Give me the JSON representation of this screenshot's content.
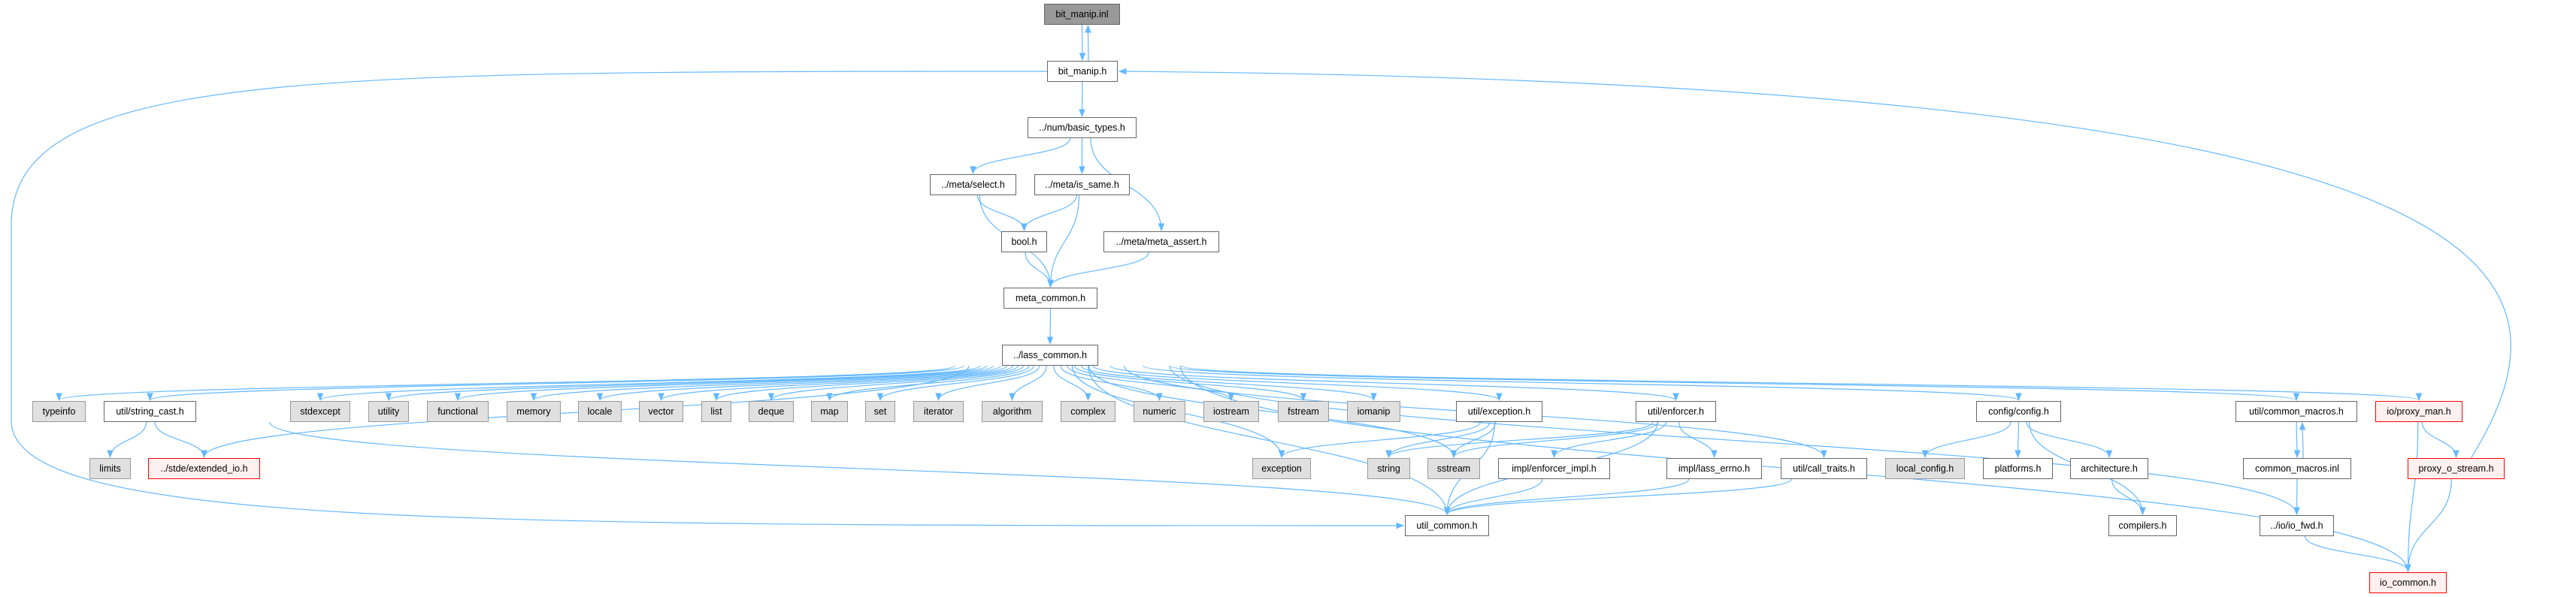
{
  "title": "bit_manip.inl include dependency graph",
  "colors": {
    "edge": "#63b8ff",
    "selected": "#999999",
    "system": "#e0e0e0",
    "missing_border": "#ff0000",
    "missing_fill": "#fff0f0"
  },
  "nodes": [
    {
      "id": "inl",
      "label": "bit_manip.inl",
      "kind": "sel"
    },
    {
      "id": "bmh",
      "label": "bit_manip.h",
      "kind": "doc"
    },
    {
      "id": "bt",
      "label": "../num/basic_types.h",
      "kind": "doc"
    },
    {
      "id": "msel",
      "label": "../meta/select.h",
      "kind": "doc"
    },
    {
      "id": "iss",
      "label": "../meta/is_same.h",
      "kind": "doc"
    },
    {
      "id": "bool",
      "label": "bool.h",
      "kind": "doc"
    },
    {
      "id": "ma",
      "label": "../meta/meta_assert.h",
      "kind": "doc"
    },
    {
      "id": "mc",
      "label": "meta_common.h",
      "kind": "doc"
    },
    {
      "id": "lc",
      "label": "../lass_common.h",
      "kind": "doc"
    },
    {
      "id": "typeinfo",
      "label": "typeinfo",
      "kind": "sys"
    },
    {
      "id": "sc",
      "label": "util/string_cast.h",
      "kind": "doc"
    },
    {
      "id": "stdexcept",
      "label": "stdexcept",
      "kind": "sys"
    },
    {
      "id": "utility",
      "label": "utility",
      "kind": "sys"
    },
    {
      "id": "functional",
      "label": "functional",
      "kind": "sys"
    },
    {
      "id": "memory",
      "label": "memory",
      "kind": "sys"
    },
    {
      "id": "locale",
      "label": "locale",
      "kind": "sys"
    },
    {
      "id": "vector",
      "label": "vector",
      "kind": "sys"
    },
    {
      "id": "list",
      "label": "list",
      "kind": "sys"
    },
    {
      "id": "deque",
      "label": "deque",
      "kind": "sys"
    },
    {
      "id": "map",
      "label": "map",
      "kind": "sys"
    },
    {
      "id": "set",
      "label": "set",
      "kind": "sys"
    },
    {
      "id": "iterator",
      "label": "iterator",
      "kind": "sys"
    },
    {
      "id": "algorithm",
      "label": "algorithm",
      "kind": "sys"
    },
    {
      "id": "complex",
      "label": "complex",
      "kind": "sys"
    },
    {
      "id": "numeric",
      "label": "numeric",
      "kind": "sys"
    },
    {
      "id": "iostream",
      "label": "iostream",
      "kind": "sys"
    },
    {
      "id": "fstream",
      "label": "fstream",
      "kind": "sys"
    },
    {
      "id": "iomanip",
      "label": "iomanip",
      "kind": "sys"
    },
    {
      "id": "exh",
      "label": "util/exception.h",
      "kind": "doc"
    },
    {
      "id": "enf",
      "label": "util/enforcer.h",
      "kind": "doc"
    },
    {
      "id": "config",
      "label": "config/config.h",
      "kind": "doc"
    },
    {
      "id": "cmh",
      "label": "util/common_macros.h",
      "kind": "doc"
    },
    {
      "id": "pm",
      "label": "io/proxy_man.h",
      "kind": "red"
    },
    {
      "id": "limits",
      "label": "limits",
      "kind": "sys"
    },
    {
      "id": "eio",
      "label": "../stde/extended_io.h",
      "kind": "red"
    },
    {
      "id": "exception",
      "label": "exception",
      "kind": "sys"
    },
    {
      "id": "string",
      "label": "string",
      "kind": "sys"
    },
    {
      "id": "sstream",
      "label": "sstream",
      "kind": "sys"
    },
    {
      "id": "ei",
      "label": "impl/enforcer_impl.h",
      "kind": "doc"
    },
    {
      "id": "le",
      "label": "impl/lass_errno.h",
      "kind": "doc"
    },
    {
      "id": "ct",
      "label": "util/call_traits.h",
      "kind": "doc"
    },
    {
      "id": "lcfg",
      "label": "local_config.h",
      "kind": "sys"
    },
    {
      "id": "plat",
      "label": "platforms.h",
      "kind": "doc"
    },
    {
      "id": "arch",
      "label": "architecture.h",
      "kind": "doc"
    },
    {
      "id": "cmi",
      "label": "common_macros.inl",
      "kind": "doc"
    },
    {
      "id": "pos",
      "label": "proxy_o_stream.h",
      "kind": "red"
    },
    {
      "id": "uc",
      "label": "util_common.h",
      "kind": "doc"
    },
    {
      "id": "comp",
      "label": "compilers.h",
      "kind": "doc"
    },
    {
      "id": "iofwd",
      "label": "../io/io_fwd.h",
      "kind": "doc"
    },
    {
      "id": "ioc",
      "label": "io_common.h",
      "kind": "red"
    }
  ],
  "edges": [
    [
      "inl",
      "bmh"
    ],
    [
      "bmh",
      "inl"
    ],
    [
      "bmh",
      "bt"
    ],
    [
      "bmh",
      "uc"
    ],
    [
      "bt",
      "msel"
    ],
    [
      "bt",
      "iss"
    ],
    [
      "bt",
      "ma"
    ],
    [
      "msel",
      "bool"
    ],
    [
      "msel",
      "mc"
    ],
    [
      "iss",
      "bool"
    ],
    [
      "iss",
      "mc"
    ],
    [
      "bool",
      "mc"
    ],
    [
      "ma",
      "mc"
    ],
    [
      "mc",
      "lc"
    ],
    [
      "lc",
      "typeinfo"
    ],
    [
      "lc",
      "sc"
    ],
    [
      "lc",
      "eio"
    ],
    [
      "lc",
      "stdexcept"
    ],
    [
      "lc",
      "utility"
    ],
    [
      "lc",
      "functional"
    ],
    [
      "lc",
      "memory"
    ],
    [
      "lc",
      "locale"
    ],
    [
      "lc",
      "vector"
    ],
    [
      "lc",
      "list"
    ],
    [
      "lc",
      "deque"
    ],
    [
      "lc",
      "map"
    ],
    [
      "lc",
      "set"
    ],
    [
      "lc",
      "iterator"
    ],
    [
      "lc",
      "algorithm"
    ],
    [
      "lc",
      "complex"
    ],
    [
      "lc",
      "numeric"
    ],
    [
      "lc",
      "iostream"
    ],
    [
      "lc",
      "fstream"
    ],
    [
      "lc",
      "iomanip"
    ],
    [
      "lc",
      "exception"
    ],
    [
      "lc",
      "uc"
    ],
    [
      "lc",
      "exh"
    ],
    [
      "lc",
      "sstream"
    ],
    [
      "lc",
      "enf"
    ],
    [
      "lc",
      "ct"
    ],
    [
      "lc",
      "config"
    ],
    [
      "lc",
      "iofwd"
    ],
    [
      "lc",
      "cmh"
    ],
    [
      "lc",
      "pm"
    ],
    [
      "lc",
      "ioc"
    ],
    [
      "sc",
      "limits"
    ],
    [
      "sc",
      "eio"
    ],
    [
      "sc",
      "uc"
    ],
    [
      "exh",
      "exception"
    ],
    [
      "exh",
      "string"
    ],
    [
      "exh",
      "sstream"
    ],
    [
      "exh",
      "uc"
    ],
    [
      "enf",
      "string"
    ],
    [
      "enf",
      "sstream"
    ],
    [
      "enf",
      "ei"
    ],
    [
      "enf",
      "le"
    ],
    [
      "enf",
      "uc"
    ],
    [
      "ei",
      "uc"
    ],
    [
      "le",
      "uc"
    ],
    [
      "ct",
      "uc"
    ],
    [
      "config",
      "lcfg"
    ],
    [
      "config",
      "plat"
    ],
    [
      "config",
      "arch"
    ],
    [
      "config",
      "comp"
    ],
    [
      "arch",
      "comp"
    ],
    [
      "cmh",
      "cmi"
    ],
    [
      "cmi",
      "cmh"
    ],
    [
      "cmi",
      "iofwd"
    ],
    [
      "iofwd",
      "ioc"
    ],
    [
      "pm",
      "pos"
    ],
    [
      "pm",
      "ioc"
    ],
    [
      "pos",
      "ioc"
    ],
    [
      "pos",
      "bmh"
    ]
  ]
}
